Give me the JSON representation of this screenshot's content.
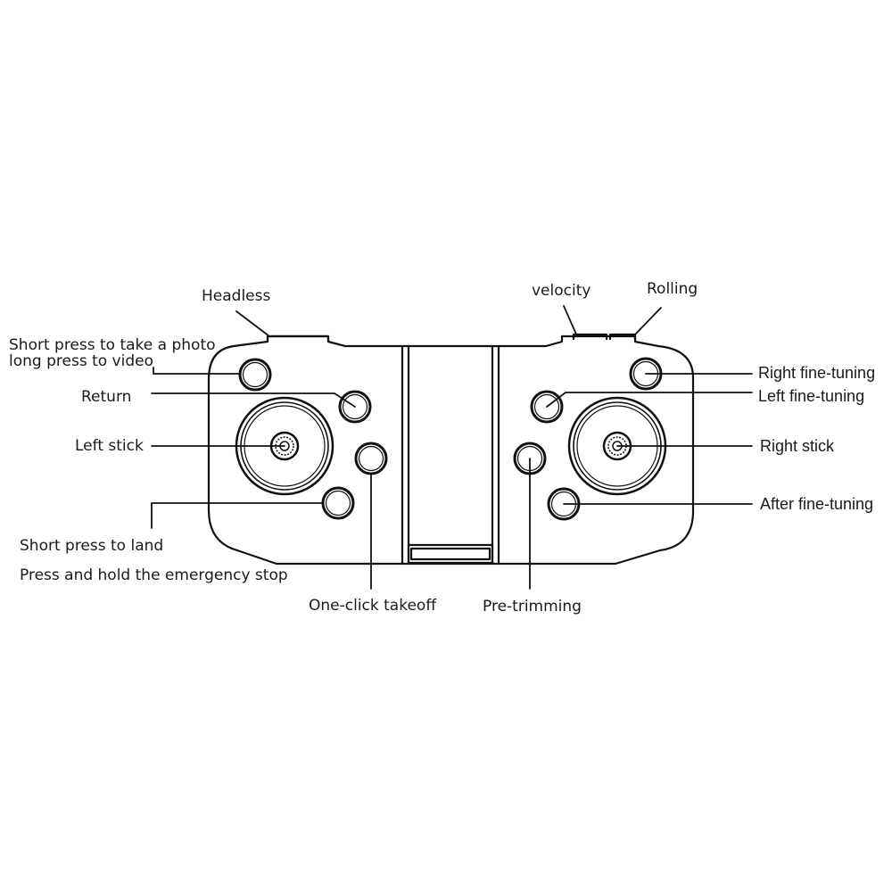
{
  "labels": {
    "headless": "Headless",
    "photo_line1": "Short press to take a photo",
    "photo_line2": "long press to video",
    "return": "Return",
    "left_stick": "Left stick",
    "land_line1": "Short press to land",
    "land_line2": "Press and hold the emergency stop",
    "one_click_takeoff": "One-click takeoff",
    "velocity": "velocity",
    "rolling": "Rolling",
    "right_fine_tuning": "Right fine-tuning",
    "left_fine_tuning": "Left fine-tuning",
    "right_stick": "Right stick",
    "after_fine_tuning": "After fine-tuning",
    "pre_trimming": "Pre-trimming"
  },
  "colors": {
    "stroke": "#111111",
    "background": "#ffffff",
    "text": "#1a1a1a"
  }
}
